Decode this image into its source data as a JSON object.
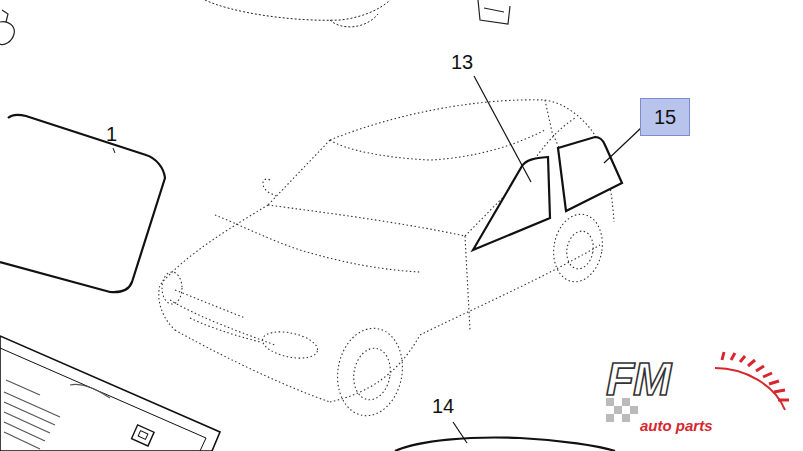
{
  "diagram": {
    "nodes": [
      {
        "text": [
          "15"
        ]
      }
    ],
    "labels": [
      "1",
      "13",
      "14",
      "FM",
      "auto parts"
    ]
  }
}
